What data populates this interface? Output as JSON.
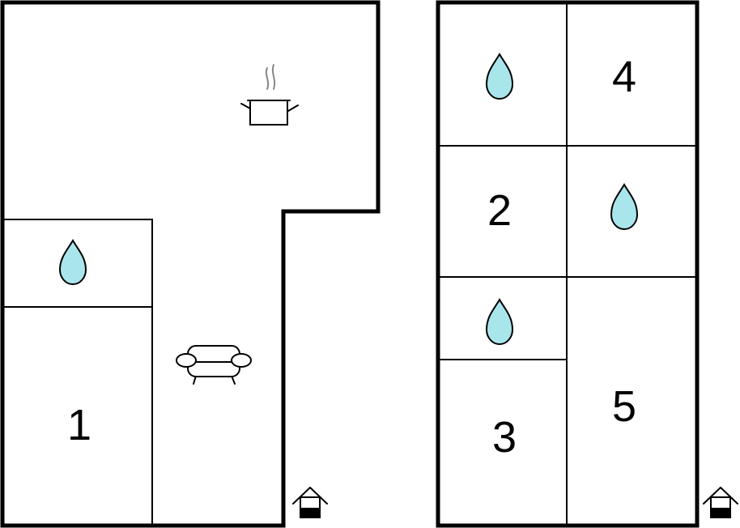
{
  "floor_plans": [
    {
      "rooms": [
        {
          "number": "1"
        }
      ],
      "fixtures": [
        "water-drop-icon",
        "kitchen-pot-icon",
        "sofa-icon",
        "house-entrance-icon"
      ]
    },
    {
      "rooms": [
        {
          "number": "2"
        },
        {
          "number": "3"
        },
        {
          "number": "4"
        },
        {
          "number": "5"
        }
      ],
      "fixtures": [
        "water-drop-icon",
        "water-drop-icon",
        "water-drop-icon",
        "house-entrance-icon"
      ]
    }
  ],
  "colors": {
    "water_drop": "#a8e6ec",
    "walls": "#000000",
    "steam": "#888888"
  }
}
